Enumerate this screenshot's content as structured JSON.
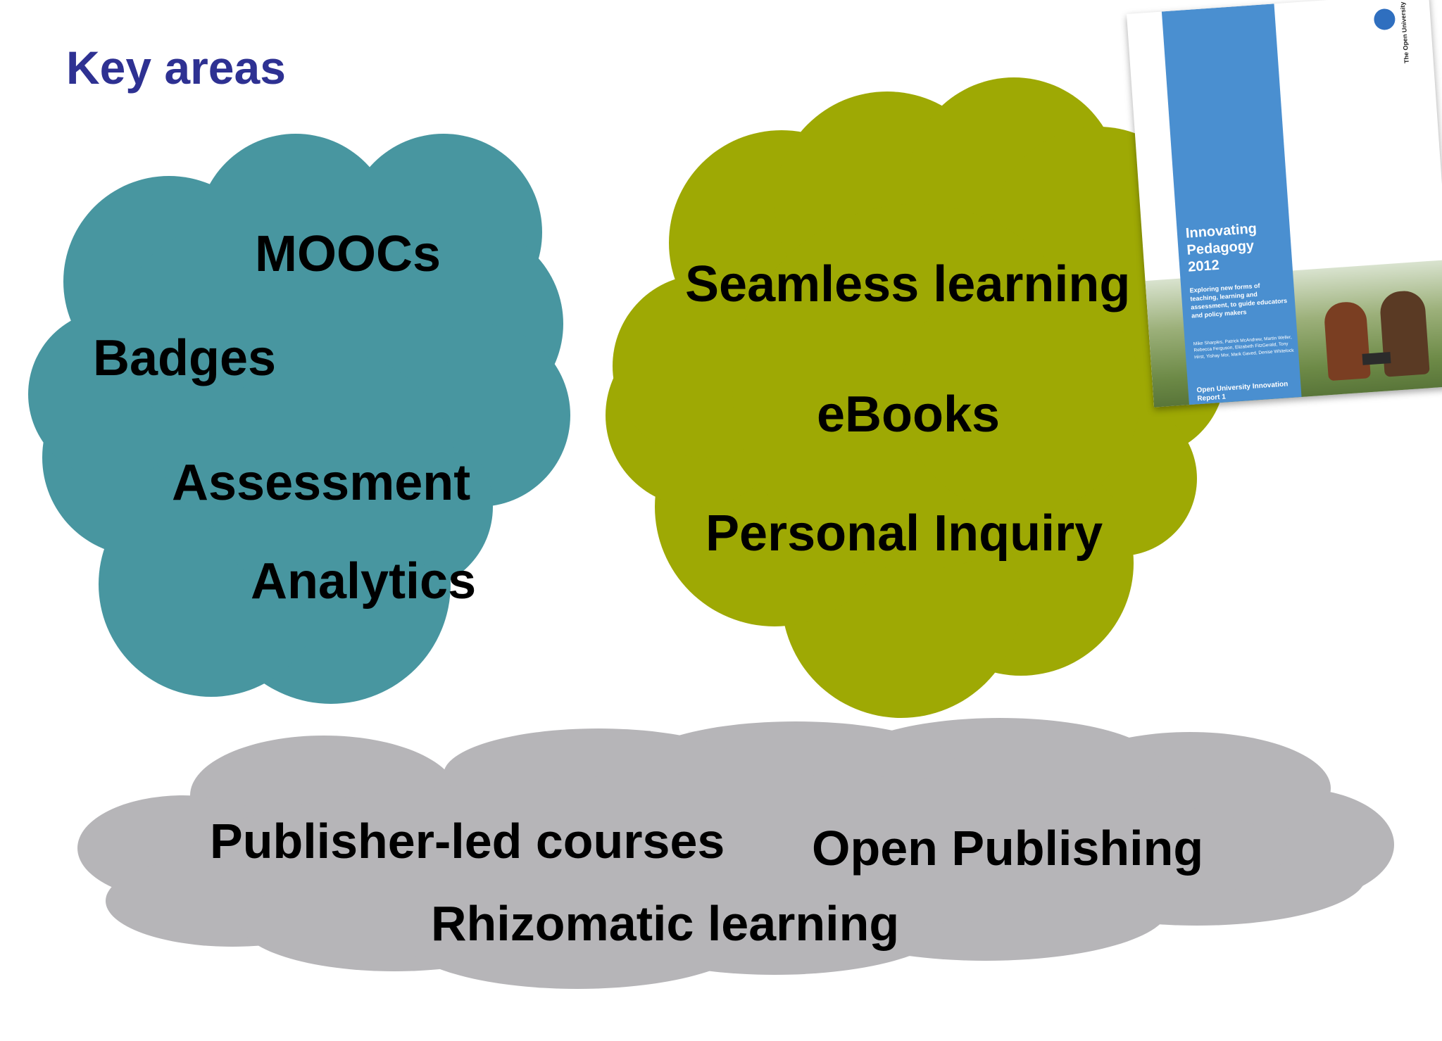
{
  "title": "Key areas",
  "colors": {
    "title": "#2e3192",
    "cloud_left": "#4896a0",
    "cloud_right": "#9ea904",
    "cloud_bottom": "#b6b5b8",
    "report_blue": "#4a8fd0"
  },
  "cloud_left": {
    "items": [
      "MOOCs",
      "Badges",
      "Assessment",
      "Analytics"
    ]
  },
  "cloud_right": {
    "items": [
      "Seamless learning",
      "eBooks",
      "Personal Inquiry"
    ]
  },
  "cloud_bottom": {
    "items": [
      "Publisher-led courses",
      "Open Publishing",
      "Rhizomatic learning"
    ]
  },
  "report": {
    "logo_text": "The Open University",
    "title": "Innovating Pedagogy 2012",
    "subtitle": "Exploring new forms of teaching, learning and assessment, to guide educators and policy makers",
    "authors": "Mike Sharples, Patrick McAndrew, Martin Weller, Rebecca Ferguson, Elizabeth FitzGerald, Tony Hirst, Yishay Mor, Mark Gaved, Denise Whitelock",
    "series": "Open University Innovation Report 1"
  }
}
